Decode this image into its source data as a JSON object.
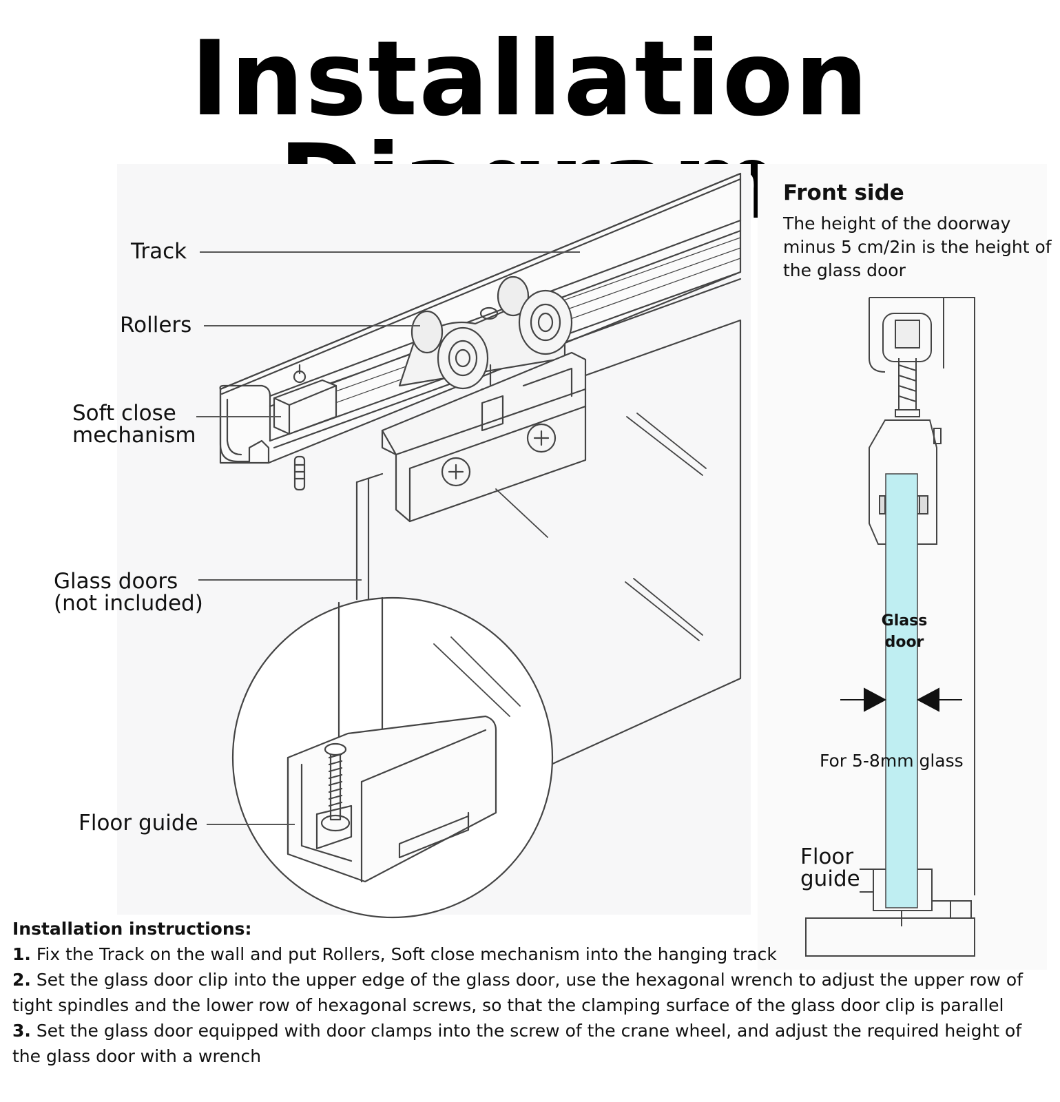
{
  "title": "Installation Diagram",
  "labels": {
    "track": "Track",
    "rollers": "Rollers",
    "soft_close": "Soft close\nmechanism",
    "glass_doors": "Glass doors\n(not included)",
    "floor_guide": "Floor guide"
  },
  "front_side": {
    "heading": "Front side",
    "note": "The height of the doorway minus 5 cm/2in is the height of the glass door",
    "glass_label": "Glass\ndoor",
    "glass_spec": "For 5-8mm glass",
    "floor_guide": "Floor\nguide"
  },
  "instructions": {
    "heading": "Installation instructions:",
    "steps": [
      {
        "num": "1.",
        "text": " Fix the Track on the wall and put Rollers, Soft close mechanism into the hanging track"
      },
      {
        "num": "2.",
        "text": " Set the glass door clip into the upper edge of the glass door, use the hexagonal wrench to adjust the upper row of tight spindles and the lower row of hexagonal screws, so that the clamping surface of the glass door clip is parallel"
      },
      {
        "num": "3.",
        "text": " Set the glass door equipped with door clamps into the screw of the crane wheel, and adjust the required height of the glass door with a wrench"
      }
    ]
  },
  "colors": {
    "glass_fill": "#bfeef2",
    "line": "#444444",
    "panel": "#f7f7f8"
  }
}
